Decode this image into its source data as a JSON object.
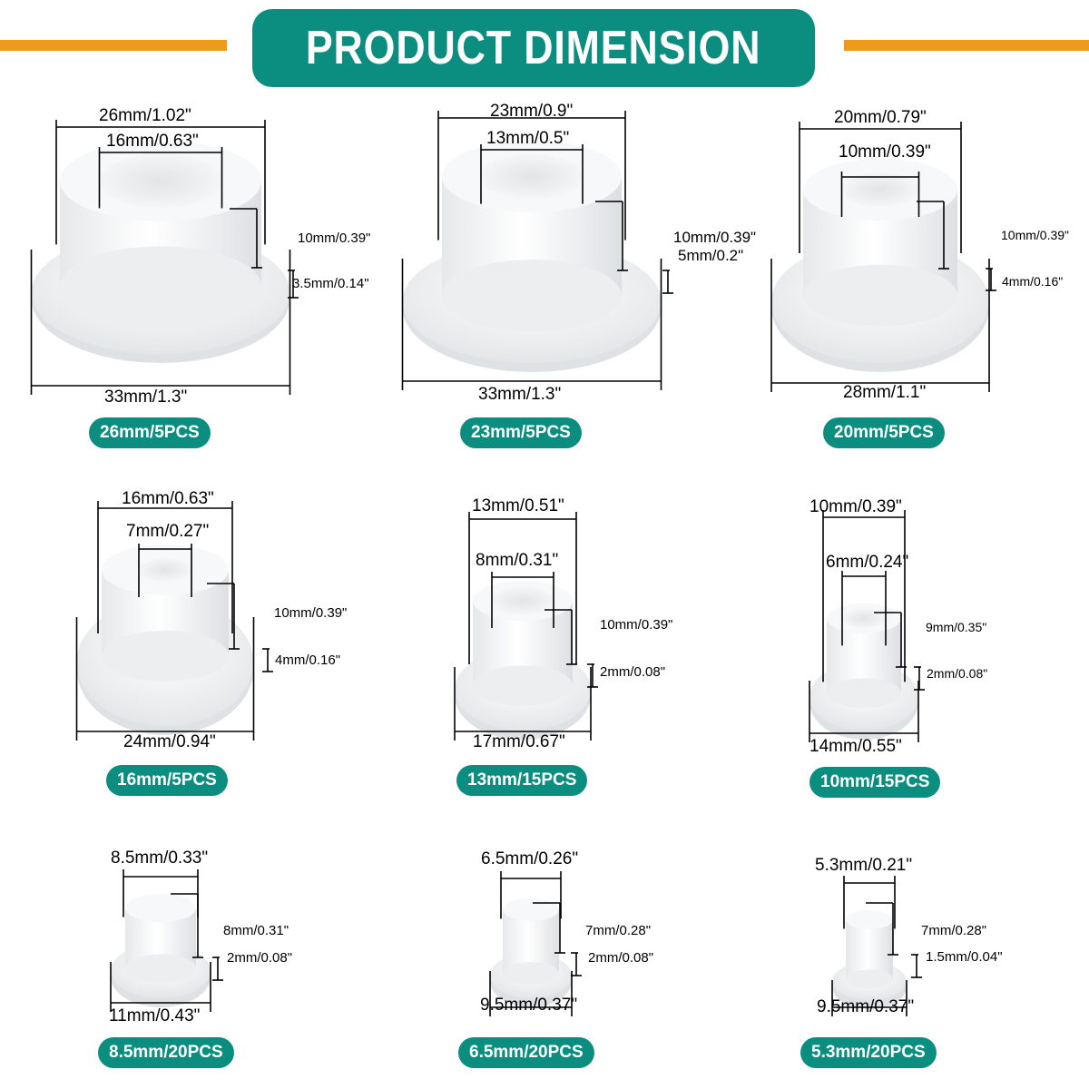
{
  "header": {
    "title": "PRODUCT DIMENSION"
  },
  "colors": {
    "accent_teal": "#0b8d7f",
    "accent_orange": "#ef9a1b"
  },
  "products": [
    {
      "top_outer": "26mm/1.02\"",
      "top_inner": "16mm/0.63\"",
      "height": "10mm/0.39\"",
      "flange": "3.5mm/0.14\"",
      "base": "33mm/1.3\"",
      "label": "26mm/5PCS"
    },
    {
      "top_outer": "23mm/0.9\"",
      "top_inner": "13mm/0.5\"",
      "height": "10mm/0.39\"",
      "flange": "5mm/0.2\"",
      "base": "33mm/1.3\"",
      "label": "23mm/5PCS"
    },
    {
      "top_outer": "20mm/0.79\"",
      "top_inner": "10mm/0.39\"",
      "height": "10mm/0.39\"",
      "flange": "4mm/0.16\"",
      "base": "28mm/1.1\"",
      "label": "20mm/5PCS"
    },
    {
      "top_outer": "16mm/0.63\"",
      "top_inner": "7mm/0.27\"",
      "height": "10mm/0.39\"",
      "flange": "4mm/0.16\"",
      "base": "24mm/0.94\"",
      "label": "16mm/5PCS"
    },
    {
      "top_outer": "13mm/0.51\"",
      "top_inner": "8mm/0.31\"",
      "height": "10mm/0.39\"",
      "flange": "2mm/0.08\"",
      "base": "17mm/0.67\"",
      "label": "13mm/15PCS"
    },
    {
      "top_outer": "10mm/0.39\"",
      "top_inner": "6mm/0.24\"",
      "height": "9mm/0.35\"",
      "flange": "2mm/0.08\"",
      "base": "14mm/0.55\"",
      "label": "10mm/15PCS"
    },
    {
      "top_outer": "8.5mm/0.33\"",
      "height": "8mm/0.31\"",
      "flange": "2mm/0.08\"",
      "base": "11mm/0.43\"",
      "label": "8.5mm/20PCS"
    },
    {
      "top_outer": "6.5mm/0.26\"",
      "height": "7mm/0.28\"",
      "flange": "2mm/0.08\"",
      "base": "9.5mm/0.37\"",
      "label": "6.5mm/20PCS"
    },
    {
      "top_outer": "5.3mm/0.21\"",
      "height": "7mm/0.28\"",
      "flange": "1.5mm/0.04\"",
      "base": "9.5mm/0.37\"",
      "label": "5.3mm/20PCS"
    }
  ]
}
